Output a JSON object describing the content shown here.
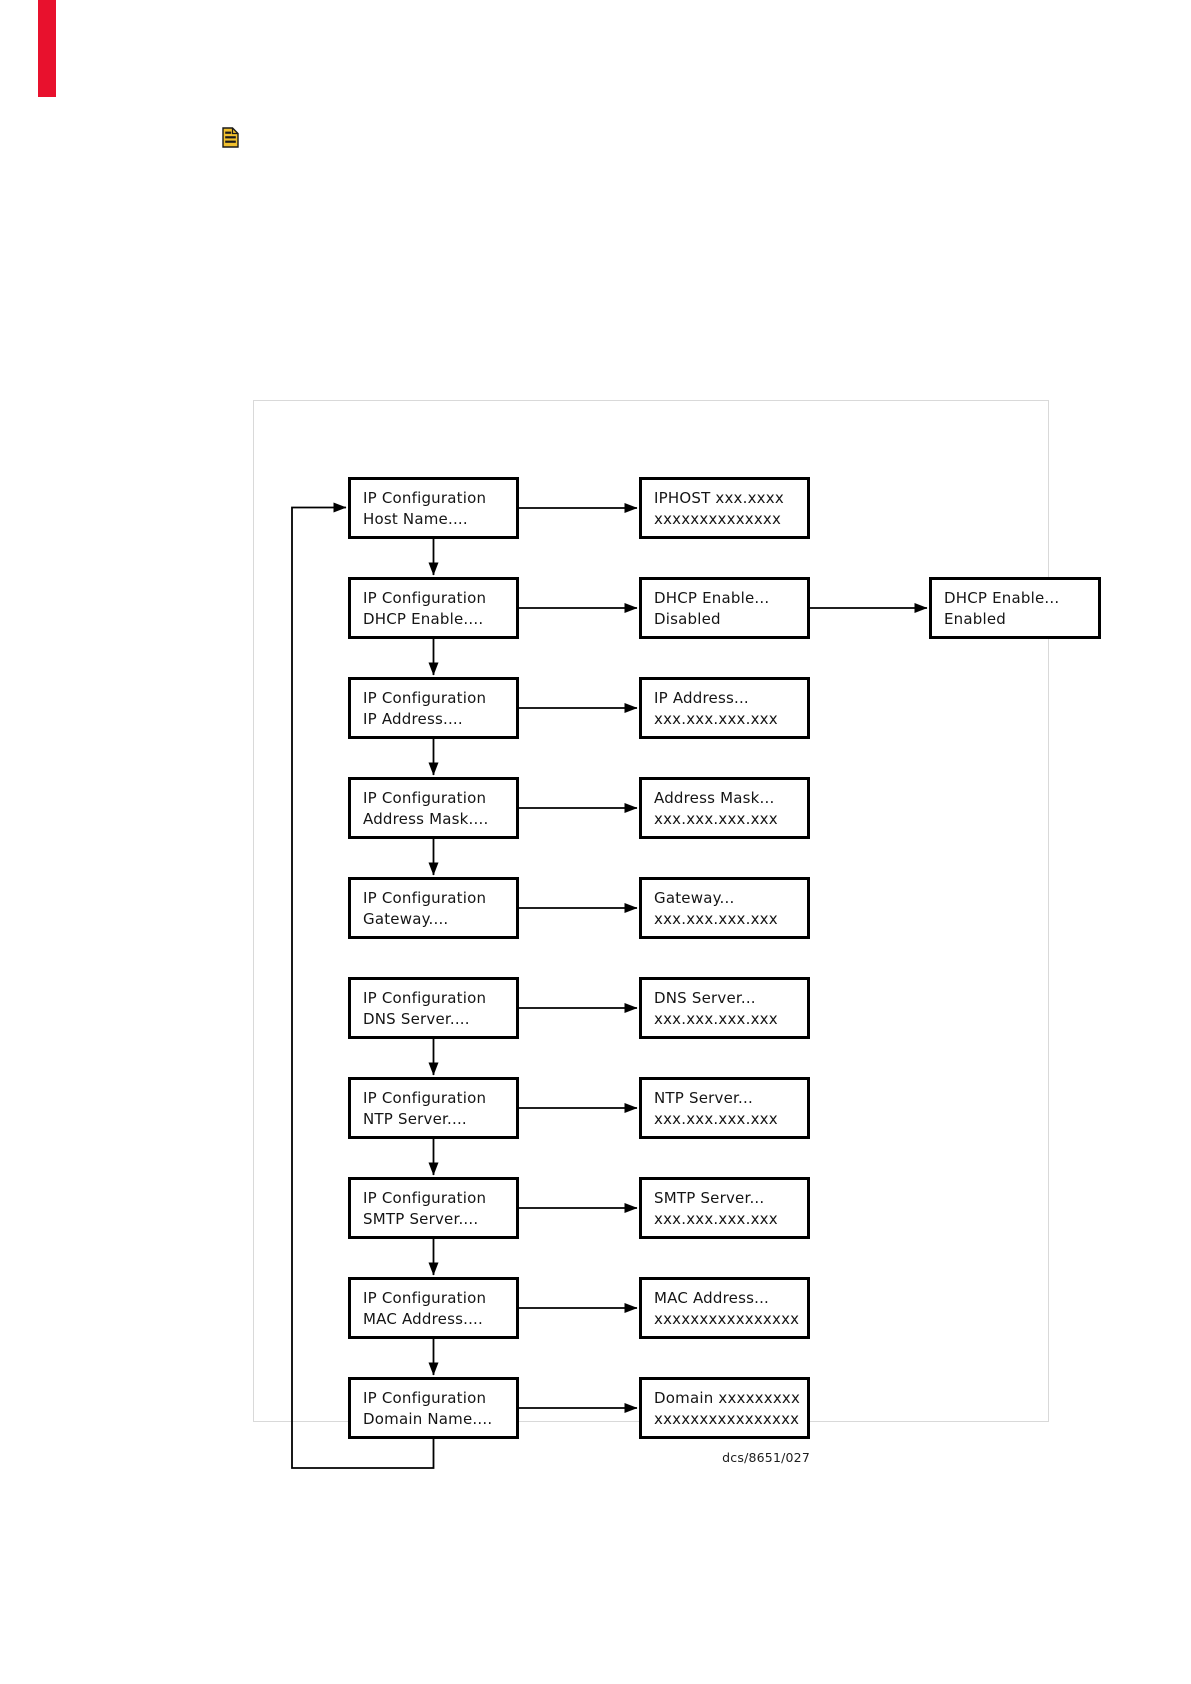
{
  "colors": {
    "accent_red": "#e8112d",
    "note_yellow": "#f2c12e",
    "line_black": "#000000"
  },
  "icons": {
    "note_icon": "note-document-icon"
  },
  "diagram": {
    "figure_id": "dcs/8651/027",
    "rows": [
      {
        "menu": {
          "line1": "IP Configuration",
          "line2": "Host Name...."
        },
        "display": {
          "line1": "IPHOST xxx.xxxx",
          "line2": "xxxxxxxxxxxxxx"
        }
      },
      {
        "menu": {
          "line1": "IP Configuration",
          "line2": "DHCP Enable...."
        },
        "display": {
          "line1": "DHCP Enable...",
          "line2": "Disabled"
        },
        "display_alt": {
          "line1": "DHCP Enable...",
          "line2": "Enabled"
        }
      },
      {
        "menu": {
          "line1": "IP Configuration",
          "line2": "IP Address...."
        },
        "display": {
          "line1": "IP Address...",
          "line2": "xxx.xxx.xxx.xxx"
        }
      },
      {
        "menu": {
          "line1": "IP Configuration",
          "line2": "Address Mask...."
        },
        "display": {
          "line1": "Address Mask...",
          "line2": "xxx.xxx.xxx.xxx"
        }
      },
      {
        "menu": {
          "line1": "IP Configuration",
          "line2": "Gateway...."
        },
        "display": {
          "line1": "Gateway...",
          "line2": "xxx.xxx.xxx.xxx"
        }
      },
      {
        "menu": {
          "line1": "IP Configuration",
          "line2": "DNS Server...."
        },
        "display": {
          "line1": "DNS Server...",
          "line2": "xxx.xxx.xxx.xxx"
        }
      },
      {
        "menu": {
          "line1": "IP Configuration",
          "line2": "NTP Server...."
        },
        "display": {
          "line1": "NTP Server...",
          "line2": "xxx.xxx.xxx.xxx"
        }
      },
      {
        "menu": {
          "line1": "IP Configuration",
          "line2": "SMTP Server...."
        },
        "display": {
          "line1": "SMTP Server...",
          "line2": "xxx.xxx.xxx.xxx"
        }
      },
      {
        "menu": {
          "line1": "IP Configuration",
          "line2": "MAC Address...."
        },
        "display": {
          "line1": "MAC Address...",
          "line2": "xxxxxxxxxxxxxxxx"
        }
      },
      {
        "menu": {
          "line1": "IP Configuration",
          "line2": "Domain Name...."
        },
        "display": {
          "line1": "Domain xxxxxxxxx",
          "line2": "xxxxxxxxxxxxxxxx"
        }
      }
    ]
  }
}
